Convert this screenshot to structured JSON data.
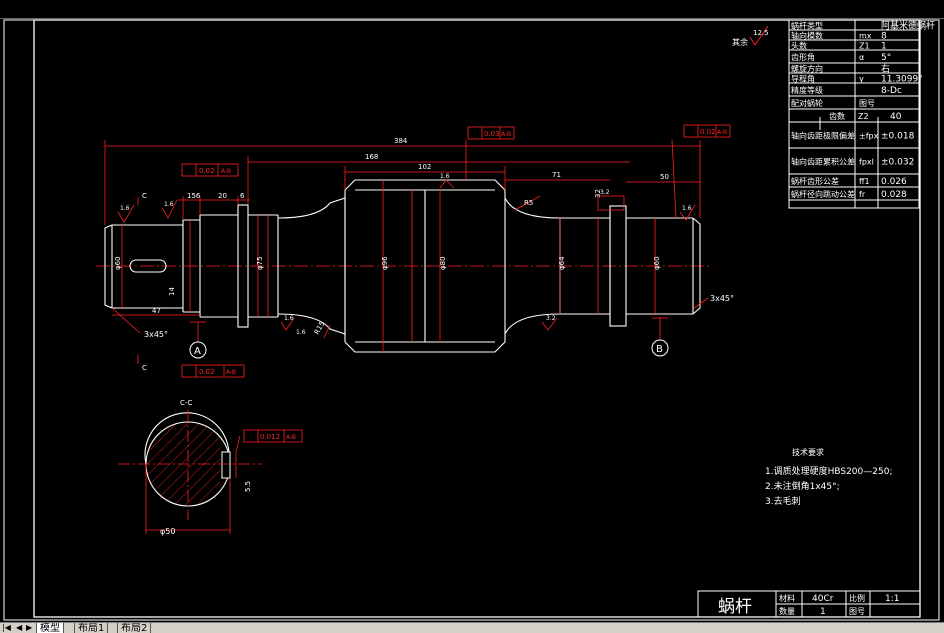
{
  "window": {
    "tabs": [
      "模型",
      "布局1",
      "布局2"
    ],
    "active_tab": 0
  },
  "spec_table": [
    [
      "蜗杆类型",
      "",
      "阿基米德蜗杆"
    ],
    [
      "轴向模数",
      "mx",
      "8"
    ],
    [
      "头数",
      "Z1",
      "1"
    ],
    [
      "齿形角",
      "α",
      "5°"
    ],
    [
      "螺旋方向",
      "",
      "右"
    ],
    [
      "导程角",
      "γ",
      "11.3099°"
    ],
    [
      "精度等级",
      "",
      "8-Dc"
    ],
    [
      "配对蜗轮",
      "图号",
      ""
    ],
    [
      "",
      "齿数",
      "Z2",
      "40"
    ],
    [
      "轴向齿距极限偏差",
      "±fpx",
      "±0.018"
    ],
    [
      "轴向齿距累积公差",
      "fpxl",
      "±0.032"
    ],
    [
      "蜗杆齿形公差",
      "ff1",
      "0.026"
    ],
    [
      "蜗杆径向跳动公差",
      "fr",
      "0.028"
    ]
  ],
  "roughness_note": "其余",
  "roughness_value": "12.5",
  "dims": {
    "overall": "384",
    "d168": "168",
    "d102": "102",
    "d71": "71",
    "d50": "50",
    "d156": "156",
    "d20": "20",
    "d6": "6",
    "d47": "47",
    "chamfer_left": "3x45°",
    "chamfer_right": "3x45°",
    "len_right": "32",
    "r5": "R5",
    "r15": "R15",
    "dia_small": "φ60",
    "dia_mid": "φ75",
    "dia_pitch": "φ80",
    "dia_top": "φ96",
    "dia_root": "φ64",
    "dia_bearing": "φ60"
  },
  "roughness": [
    "1.6",
    "1.6",
    "1.6",
    "3.2",
    "1.6",
    "1.6",
    "3.2",
    "1.6"
  ],
  "tolerances": {
    "runout_top": "0.03",
    "runout_right": "0.02",
    "coax_left": "0.02",
    "flat_bottom": "0.02",
    "keyway_sym": "0.012",
    "datum_ab": "A-B"
  },
  "datums": [
    "A",
    "B"
  ],
  "section": {
    "label": "C-C",
    "diameter": "φ50",
    "depth": "5.5",
    "width": "14"
  },
  "section_mark": "C",
  "tech_req": {
    "title": "技术要求",
    "items": [
      "1.调质处理硬度HBS200—250;",
      "2.未注倒角1x45°;",
      "3.去毛刺"
    ]
  },
  "title_block": {
    "part_name": "蜗杆",
    "material_label": "材料",
    "material": "40Cr",
    "scale_label": "比例",
    "scale": "1:1",
    "qty_label": "数量",
    "qty": "1",
    "drawing_no_label": "图号"
  },
  "colors": {
    "lines": "#ff2020",
    "text": "#ffffff",
    "bg": "#000000",
    "center": "#ff2020"
  }
}
